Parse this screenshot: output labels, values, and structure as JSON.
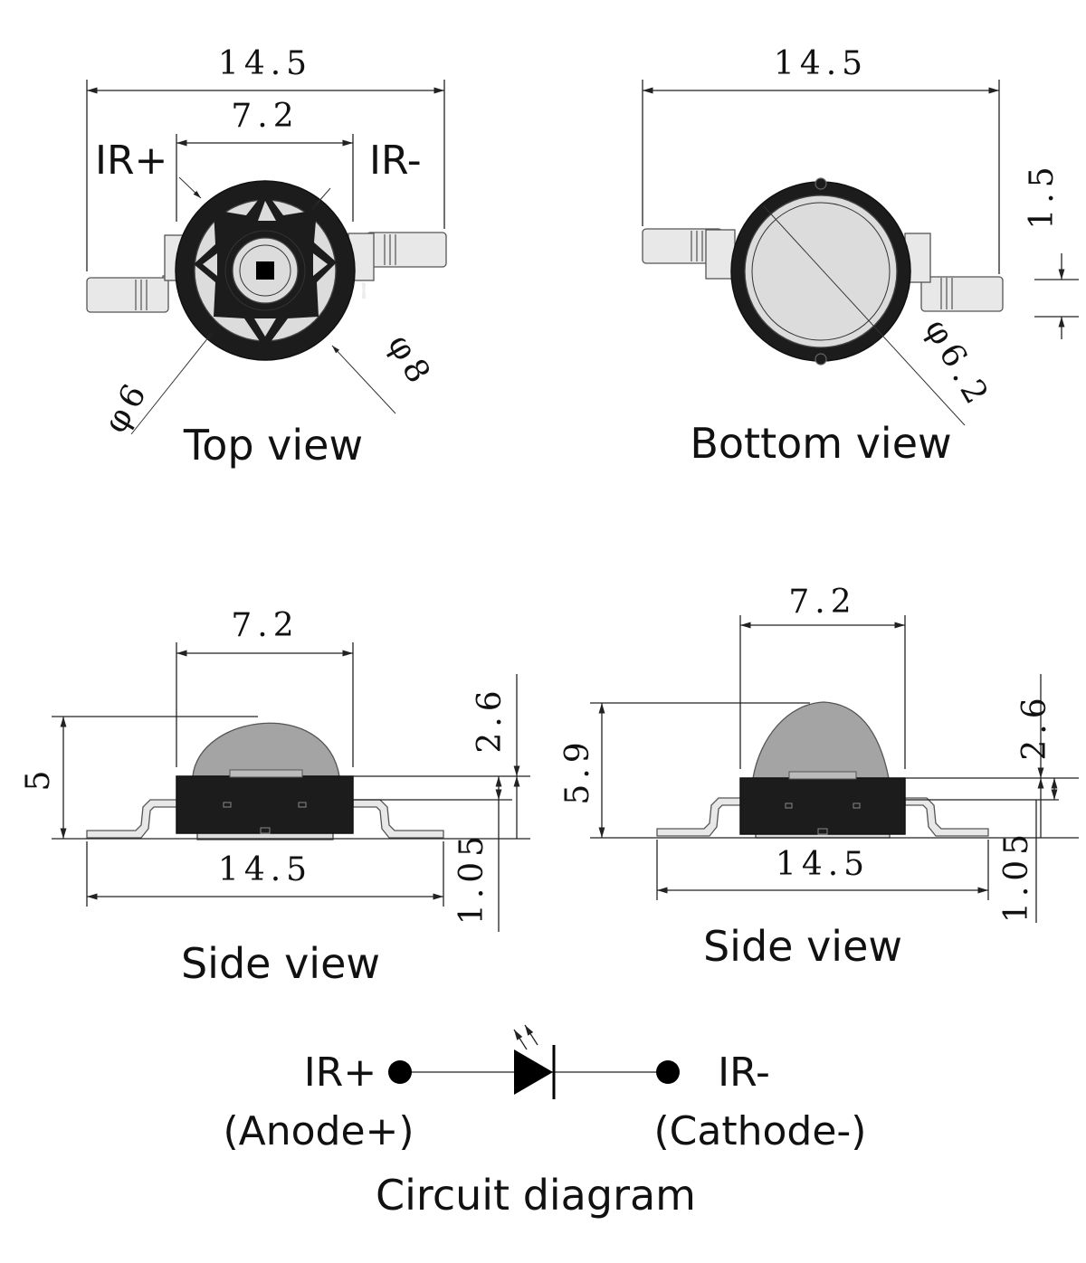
{
  "top_view": {
    "label": "Top view",
    "width_dim": "14.5",
    "lens_width_dim": "7.2",
    "anode_label": "IR+",
    "cathode_label": "IR-",
    "inner_diameter_dim": "φ6",
    "outer_diameter_dim": "φ8"
  },
  "bottom_view": {
    "label": "Bottom view",
    "width_dim": "14.5",
    "lead_thickness_dim": "1.5",
    "pad_diameter_dim": "φ6.2"
  },
  "side_view_left": {
    "label": "Side view",
    "lens_width_dim": "7.2",
    "total_height_dim": "5",
    "lens_height_dim": "2.6",
    "standoff_dim": "1.05",
    "width_dim": "14.5"
  },
  "side_view_right": {
    "label": "Side view",
    "lens_width_dim": "7.2",
    "total_height_dim": "5.9",
    "lens_height_dim": "2.6",
    "standoff_dim": "1.05",
    "width_dim": "14.5"
  },
  "circuit": {
    "title": "Circuit diagram",
    "anode_label": "IR+",
    "anode_sub": "(Anode+)",
    "cathode_label": "IR-",
    "cathode_sub": "(Cathode-)"
  },
  "colors": {
    "body": "#1c1c1c",
    "lens": "#a4a4a4",
    "lead": "#e8e8e8"
  }
}
